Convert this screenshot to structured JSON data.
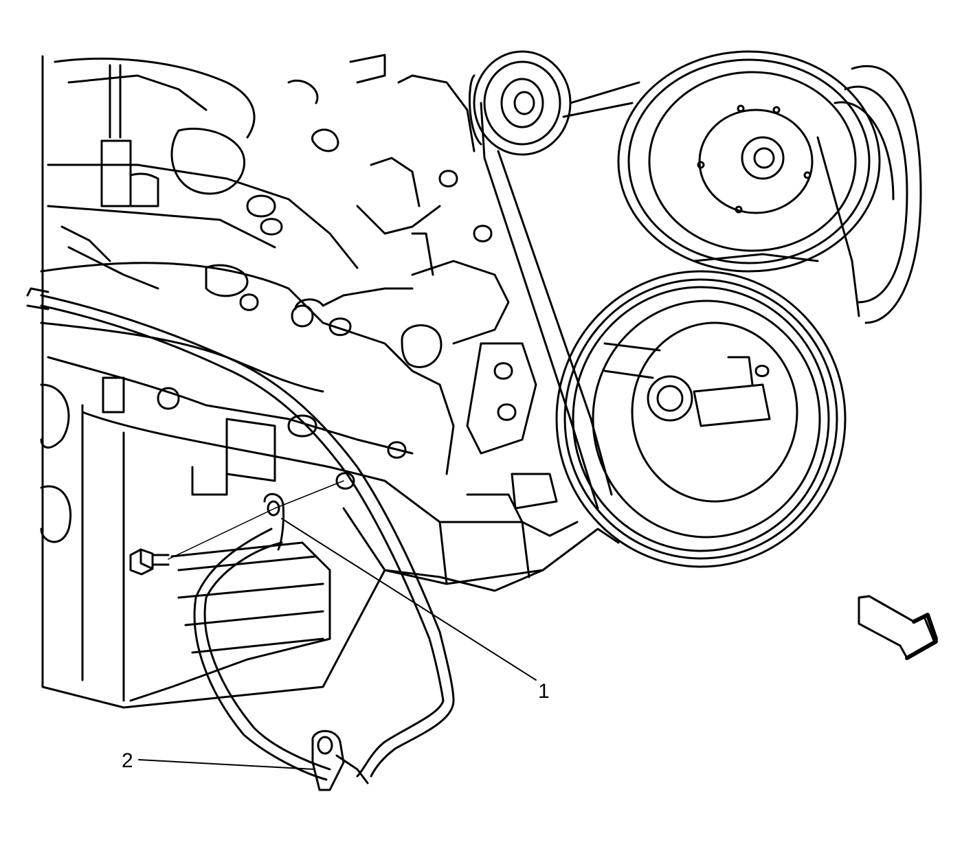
{
  "diagram": {
    "callouts": [
      {
        "id": "1",
        "label": "1"
      },
      {
        "id": "2",
        "label": "2"
      }
    ],
    "line_color": "#000000",
    "background": "#ffffff",
    "icons": [
      "view-direction-arrow-icon",
      "bolt-icon",
      "ground-strap-icon"
    ]
  }
}
